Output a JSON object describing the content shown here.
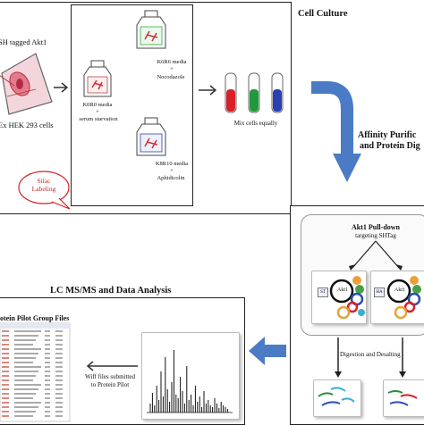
{
  "cell_culture": {
    "title": "Cell Culture",
    "sh_tagged": "SH tagged Akt1",
    "cells": "Ex HEK 293 cells",
    "silac_labeling": "Silac\nLabeling",
    "k0r0": {
      "media": "K0R0 media",
      "plus": "+",
      "treatment": "serum starvation"
    },
    "k6r6": {
      "media": "K6R6 media",
      "plus": "+",
      "treatment": "Nocodazole"
    },
    "k8r10": {
      "media": "K8R10 media",
      "plus": "+",
      "treatment": "Aphidicolin"
    },
    "mix": "Mix cells equally"
  },
  "affinity": {
    "title_line1": "Affinity Purific",
    "title_line2": "and Protein Dig"
  },
  "pulldown": {
    "title_line1": "Akt1 Pull-down",
    "title_line2": "targeting SHTag",
    "st": "ST",
    "ha": "HA",
    "akt1": "Akt1",
    "digestion": "Digestion and Desalting"
  },
  "lcms": {
    "title": "LC MS/MS and Data Analysis",
    "protein_pilot": "otein Pilot Group Files",
    "wiff": "Wiff files submitted\nto Protein Pilot"
  },
  "colors": {
    "arrow_blue": "#4a7bc4",
    "tube_red": "#d8202a",
    "tube_green": "#1e9a3a",
    "tube_blue": "#2a3fb0",
    "silac_red": "#d42020"
  }
}
